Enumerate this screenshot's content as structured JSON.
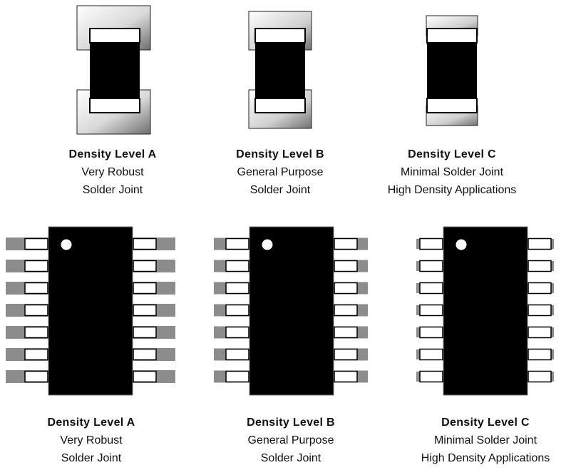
{
  "top_row": [
    {
      "title": "Density Level A",
      "line1": "Very Robust",
      "line2": "Solder Joint"
    },
    {
      "title": "Density Level B",
      "line1": "General Purpose",
      "line2": "Solder Joint"
    },
    {
      "title": "Density Level C",
      "line1": "Minimal Solder Joint",
      "line2": "High Density Applications"
    }
  ],
  "bottom_row": [
    {
      "title": "Density Level A",
      "line1": "Very Robust",
      "line2": "Solder Joint"
    },
    {
      "title": "Density Level B",
      "line1": "General Purpose",
      "line2": "Solder Joint"
    },
    {
      "title": "Density Level C",
      "line1": "Minimal Solder Joint",
      "line2": "High Density Applications"
    }
  ],
  "colors": {
    "body": "#000000",
    "pad": "#8c8c8c",
    "lead": "#ffffff",
    "background": "#ffffff"
  },
  "pins_per_side": 7
}
